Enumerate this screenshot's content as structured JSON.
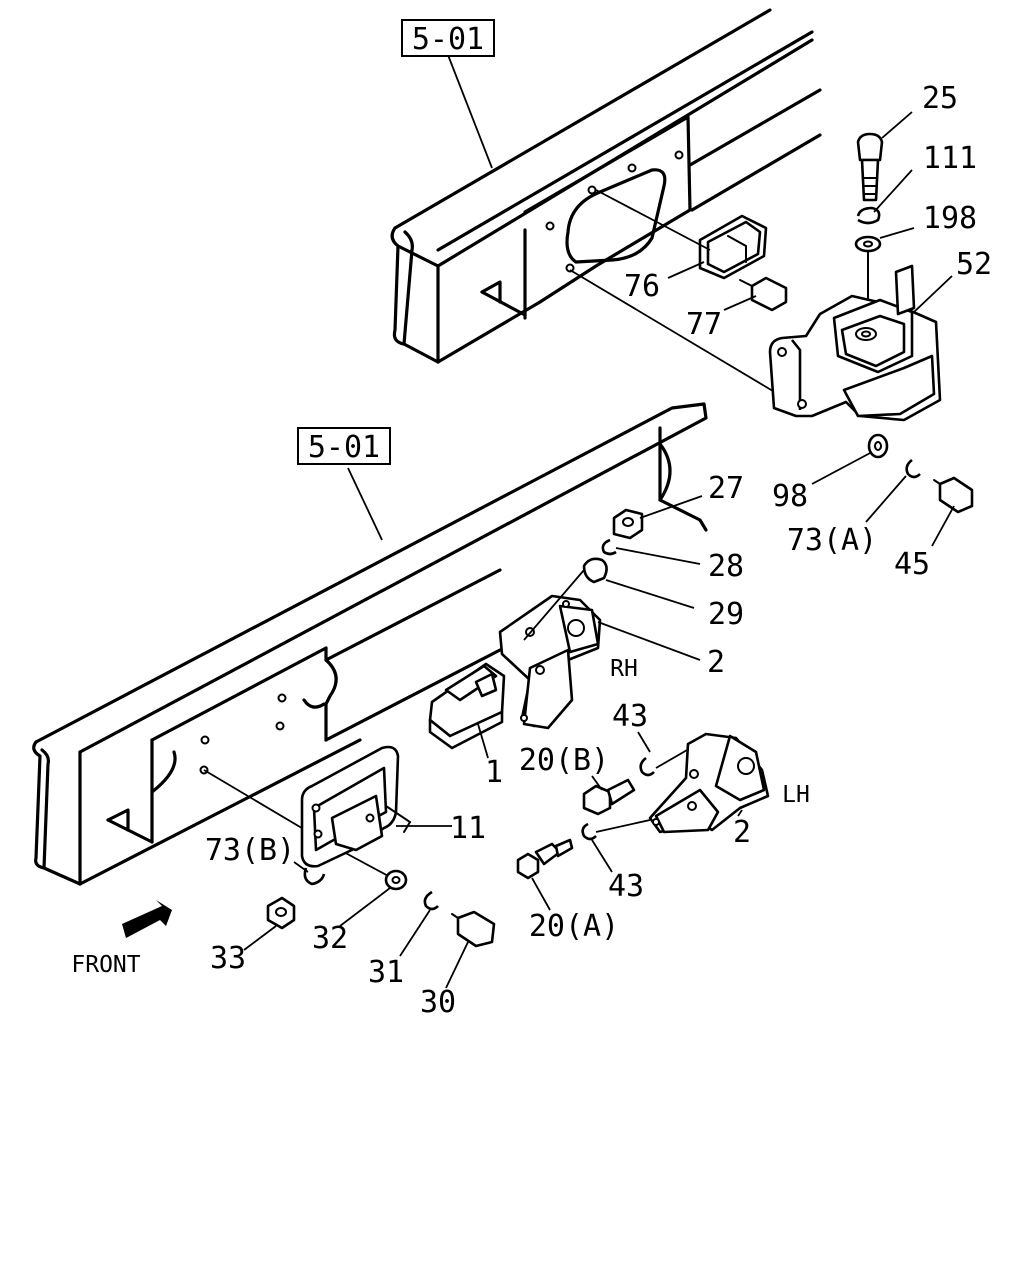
{
  "references": {
    "upper_frame": "5-01",
    "lower_frame": "5-01"
  },
  "direction": {
    "front_label": "FRONT"
  },
  "sides": {
    "rh": "RH",
    "lh": "LH"
  },
  "callouts": [
    {
      "id": "c25",
      "label": "25"
    },
    {
      "id": "c111",
      "label": "111"
    },
    {
      "id": "c198",
      "label": "198"
    },
    {
      "id": "c52",
      "label": "52"
    },
    {
      "id": "c76",
      "label": "76"
    },
    {
      "id": "c77",
      "label": "77"
    },
    {
      "id": "c98",
      "label": "98"
    },
    {
      "id": "c73a",
      "label": "73(A)"
    },
    {
      "id": "c45",
      "label": "45"
    },
    {
      "id": "c27",
      "label": "27"
    },
    {
      "id": "c28",
      "label": "28"
    },
    {
      "id": "c29",
      "label": "29"
    },
    {
      "id": "c2rh",
      "label": "2"
    },
    {
      "id": "c43top",
      "label": "43"
    },
    {
      "id": "c20b",
      "label": "20(B)"
    },
    {
      "id": "c1",
      "label": "1"
    },
    {
      "id": "c2lh",
      "label": "2"
    },
    {
      "id": "c11",
      "label": "11"
    },
    {
      "id": "c73b",
      "label": "73(B)"
    },
    {
      "id": "c43bot",
      "label": "43"
    },
    {
      "id": "c20a",
      "label": "20(A)"
    },
    {
      "id": "c32",
      "label": "32"
    },
    {
      "id": "c31",
      "label": "31"
    },
    {
      "id": "c33",
      "label": "33"
    },
    {
      "id": "c30",
      "label": "30"
    }
  ]
}
